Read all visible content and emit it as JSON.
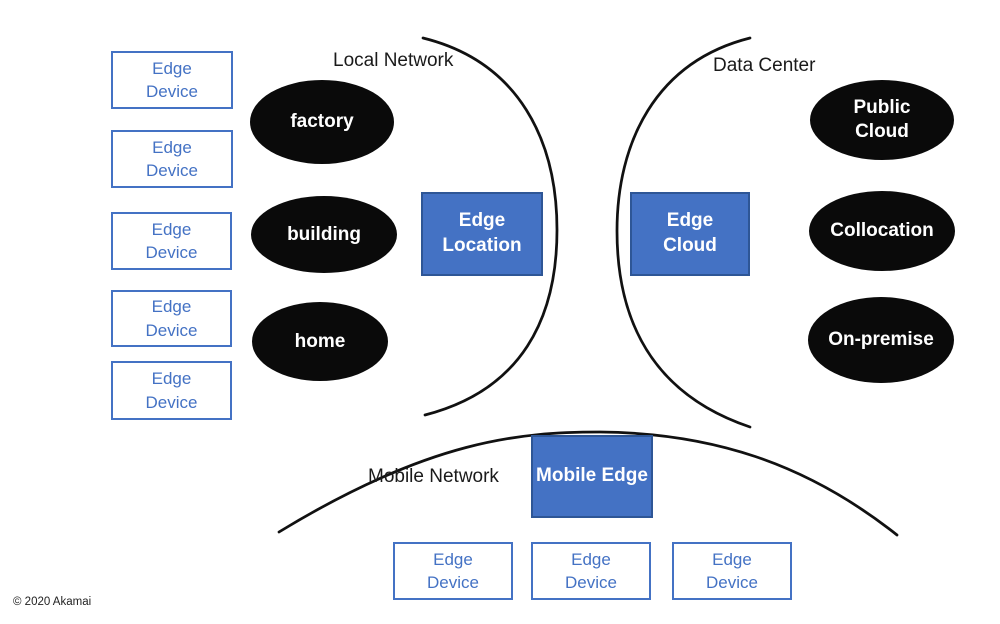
{
  "colors": {
    "accent": "#4472C4",
    "accent_border": "#2E5696",
    "node_fill": "#0a0a0a",
    "line": "#111111",
    "text_dark": "#1a1a1a"
  },
  "copyright": "© 2020 Akamai",
  "local_network": {
    "label": "Local Network",
    "devices": [
      "Edge\nDevice",
      "Edge\nDevice",
      "Edge\nDevice",
      "Edge\nDevice",
      "Edge\nDevice"
    ],
    "nodes": [
      "factory",
      "building",
      "home"
    ],
    "hub": "Edge\nLocation"
  },
  "data_center": {
    "label": "Data Center",
    "hub": "Edge\nCloud",
    "nodes": [
      "Public\nCloud",
      "Collocation",
      "On-premise"
    ]
  },
  "mobile_network": {
    "label": "Mobile Network",
    "hub": "Mobile Edge",
    "devices": [
      "Edge\nDevice",
      "Edge\nDevice",
      "Edge\nDevice"
    ]
  }
}
